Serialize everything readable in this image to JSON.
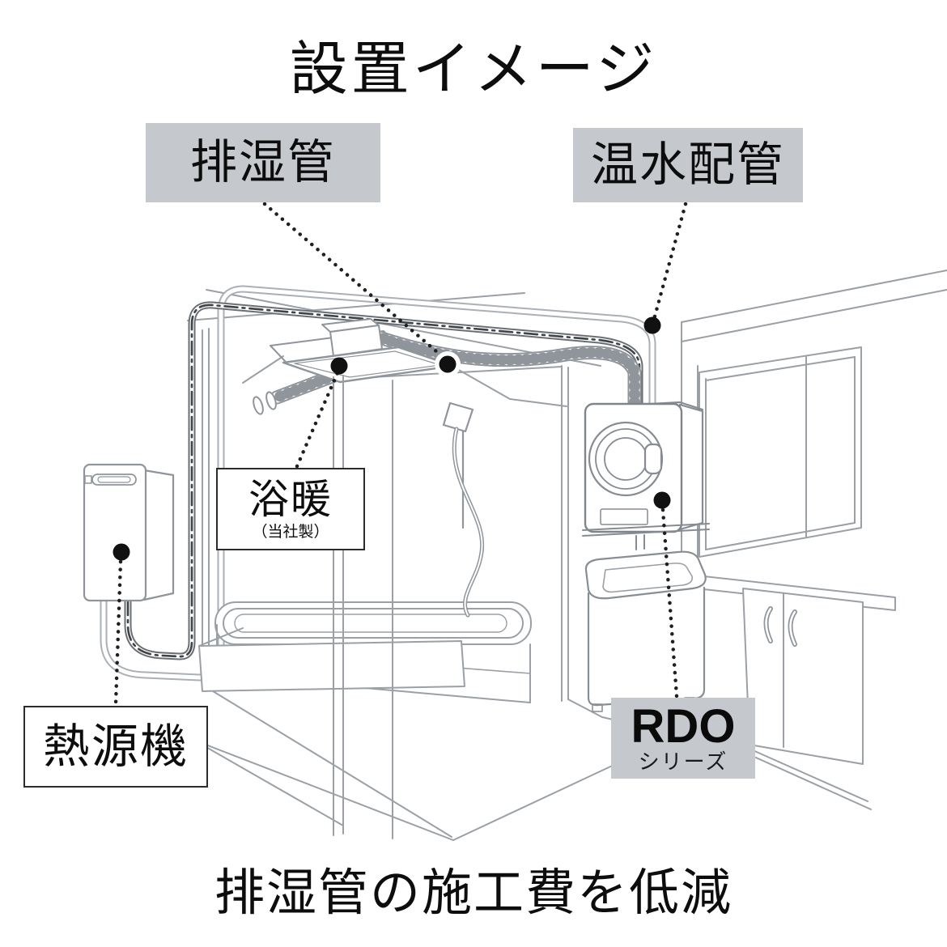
{
  "title": "設置イメージ",
  "caption": "排湿管の施工費を低減",
  "callouts": {
    "exhaust_duct": {
      "label": "排湿管"
    },
    "hot_water_piping": {
      "label": "温水配管"
    },
    "bath_heater": {
      "label": "浴暖",
      "note": "（当社製）"
    },
    "heat_source_unit": {
      "label": "熱源機"
    },
    "dryer_series": {
      "name": "RDO",
      "suffix": "シリーズ"
    }
  },
  "colors": {
    "label_box_bg": "#c5c9ce",
    "line_gray": "#8f959b",
    "dark_pipe": "#6a6f74",
    "leader_black": "#1f1f1f"
  }
}
